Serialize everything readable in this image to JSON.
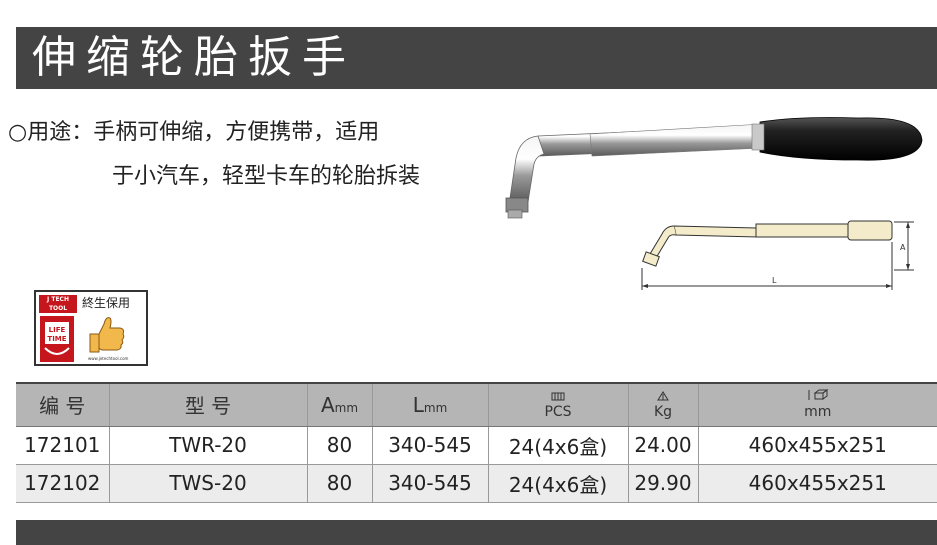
{
  "title": "伸缩轮胎扳手",
  "usage": {
    "line1": "○用途：手柄可伸缩，方便携带，适用",
    "line2": "于小汽车，轻型卡车的轮胎拆装"
  },
  "drawing": {
    "dim_a": "A",
    "dim_l": "L"
  },
  "badge": {
    "logo": "J TECH TOOL",
    "text": "終生保用",
    "lifetime_line1": "LIFE",
    "lifetime_line2": "TIME",
    "url": "www.jetechtool.com"
  },
  "table": {
    "headers": {
      "code": "编 号",
      "model": "型 号",
      "a": "A",
      "a_unit": "mm",
      "l": "L",
      "l_unit": "mm",
      "pcs": "PCS",
      "kg": "Kg",
      "size": "mm"
    },
    "rows": [
      {
        "code": "172101",
        "model": "TWR-20",
        "a": "80",
        "l": "340-545",
        "pcs": "24(4x6盒)",
        "kg": "24.00",
        "size": "460x455x251"
      },
      {
        "code": "172102",
        "model": "TWS-20",
        "a": "80",
        "l": "340-545",
        "pcs": "24(4x6盒)",
        "kg": "29.90",
        "size": "460x455x251"
      }
    ]
  },
  "colors": {
    "bar": "#444444",
    "header_bg": "#b5b5b5",
    "row_alt": "#ececec",
    "logo_red": "#c4161c"
  }
}
